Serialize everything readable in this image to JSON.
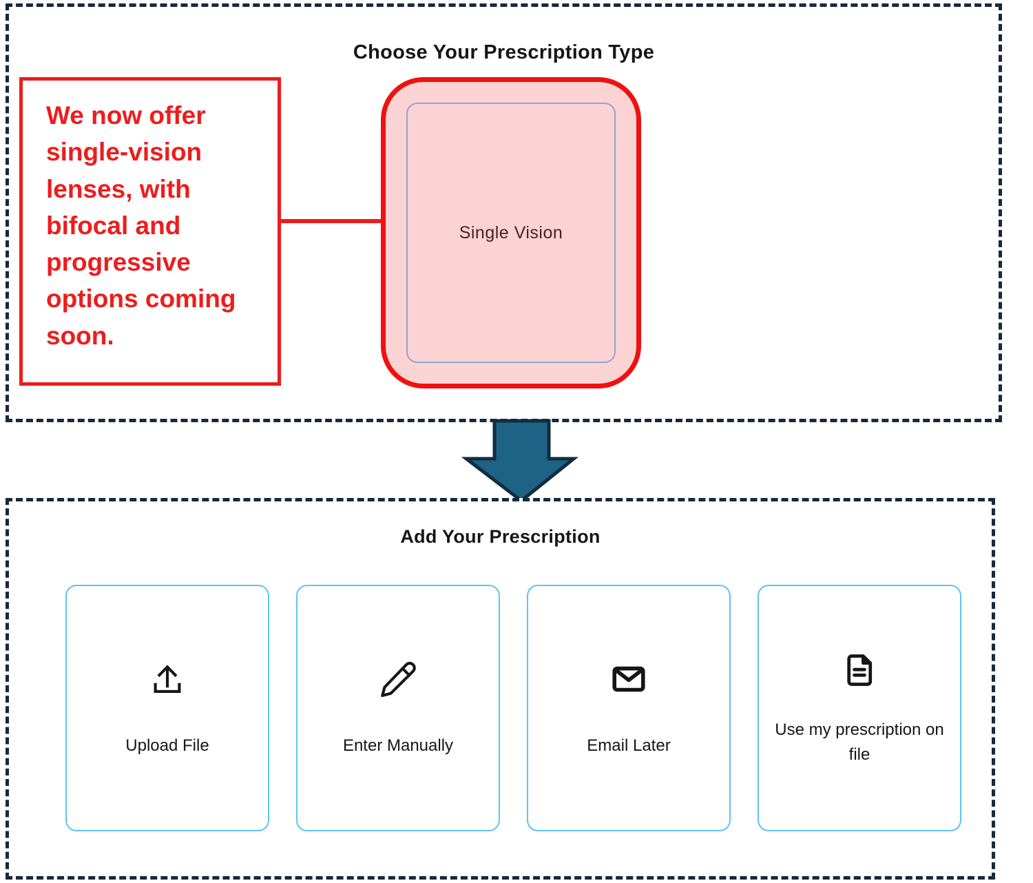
{
  "colors": {
    "panel_dash": "#16293d",
    "annotation_red": "#ee1c1c",
    "option_pink_fill": "#fcd3d3",
    "option_inner_border": "#93a1d6",
    "card_border_blue": "#5ec3f3",
    "arrow_fill": "#1e6386",
    "arrow_stroke": "#122c42",
    "text_black": "#161616",
    "single_vision_text": "#45212b"
  },
  "top_panel": {
    "title": "Choose Your Prescription Type",
    "callout_text": "We now offer single-vision lenses, with bifocal and progressive options coming soon.",
    "prescription_type": {
      "label": "Single Vision",
      "state": "highlighted"
    }
  },
  "flow_arrow": {
    "icon": "down-arrow-icon",
    "direction": "down"
  },
  "bottom_panel": {
    "title": "Add Your Prescription",
    "options": [
      {
        "label": "Upload File",
        "icon": "upload-icon"
      },
      {
        "label": "Enter Manually",
        "icon": "pencil-icon"
      },
      {
        "label": "Email Later",
        "icon": "envelope-icon"
      },
      {
        "label": "Use my prescription on file",
        "icon": "document-icon"
      }
    ]
  }
}
